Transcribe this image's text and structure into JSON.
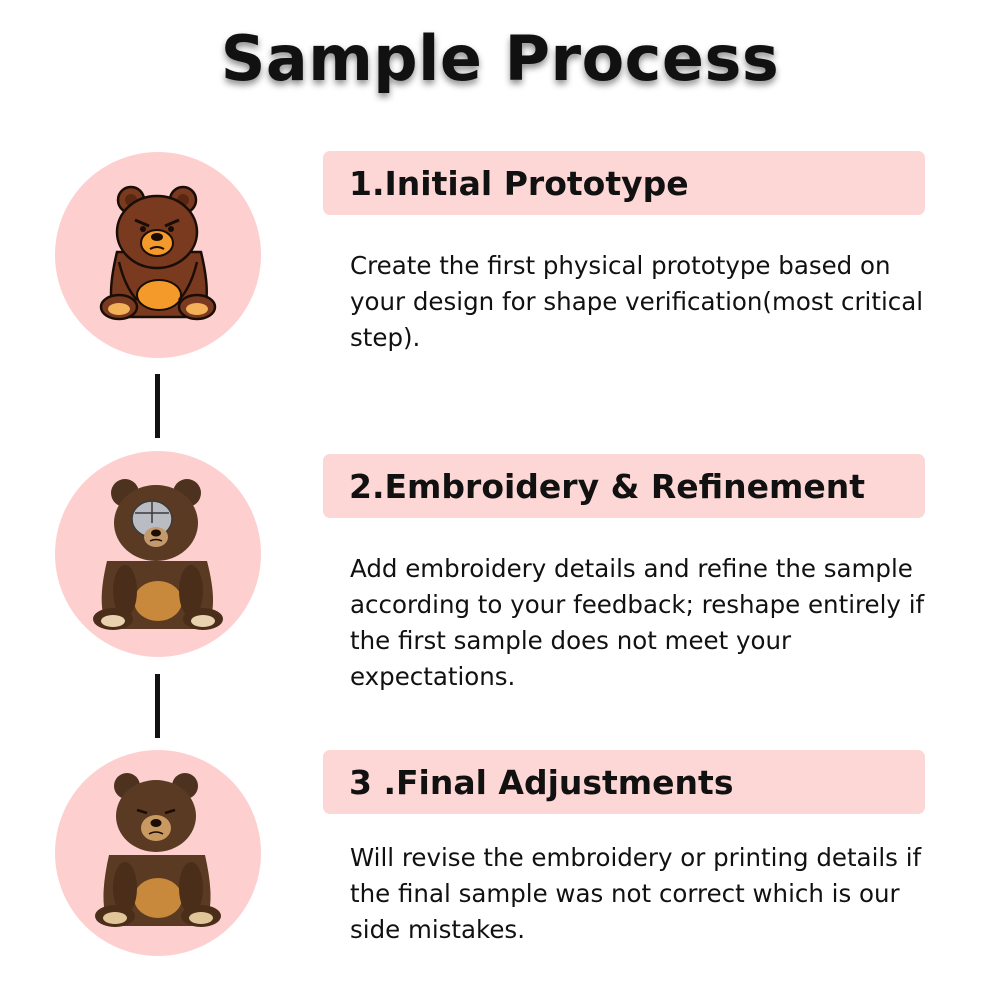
{
  "page": {
    "title": "Sample Process"
  },
  "colors": {
    "circle_bg": "#fdd0cf",
    "header_bg": "#fdd7d6",
    "text": "#111111",
    "bear_brown": "#7a3a1f",
    "plush_brown": "#5a3a22",
    "belly_orange": "#f39a2a"
  },
  "steps": [
    {
      "title": "1.Initial Prototype",
      "description": "Create the first physical prototype based on your design for shape verification(most critical step).",
      "image": "cartoon-bear-drawing"
    },
    {
      "title": "2.Embroidery & Refinement",
      "description": "Add embroidery details and refine the sample according to your feedback; reshape entirely if the first sample does not meet your expectations.",
      "image": "plush-bear-sample"
    },
    {
      "title": "3 .Final Adjustments",
      "description": "Will revise the embroidery or printing details if the final sample was not correct which is our side mistakes.",
      "image": "plush-bear-final"
    }
  ]
}
